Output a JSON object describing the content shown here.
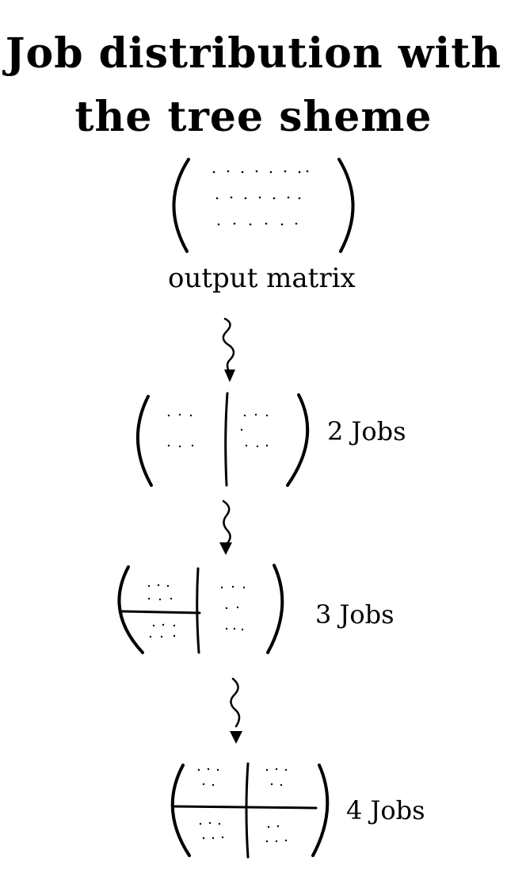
{
  "title": {
    "line1": "Job distribution with",
    "line2": "the tree sheme"
  },
  "output_caption": "output matrix",
  "steps": [
    {
      "label": "2 Jobs",
      "jobs": 2
    },
    {
      "label": "3 Jobs",
      "jobs": 3
    },
    {
      "label": "4 Jobs",
      "jobs": 4
    }
  ]
}
